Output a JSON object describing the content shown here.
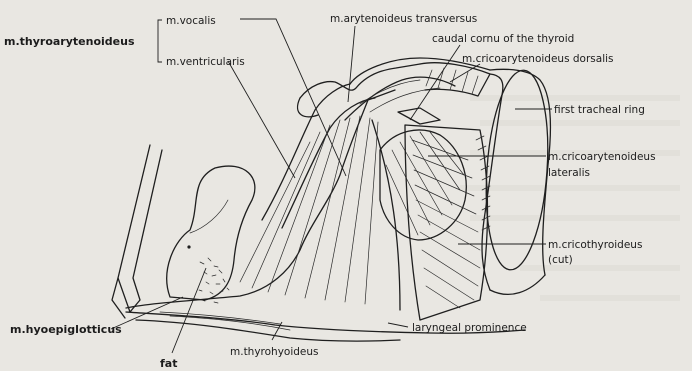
{
  "figure": {
    "labels": {
      "m_vocalis": "m.vocalis",
      "m_thyroarytenoideus": "m.thyroarytenoideus",
      "m_ventricularis": "m.ventricularis",
      "m_arytenoideus_transversus": "m.arytenoideus transversus",
      "caudal_cornu_thyroid": "caudal cornu of the thyroid",
      "m_cricoarytenoideus_dorsalis": "m.cricoarytenoideus dorsalis",
      "first_tracheal_ring": "first tracheal ring",
      "m_cricoarytenoideus_lateralis_1": "m.cricoarytenoideus",
      "m_cricoarytenoideus_lateralis_2": "lateralis",
      "m_cricothyroideus": "m.cricothyroideus",
      "cut": "(cut)",
      "m_hyoepiglotticus": "m.hyoepiglotticus",
      "fat": "fat",
      "m_thyrohyoideus": "m.thyrohyoideus",
      "laryngeal_prominence": "laryngeal prominence"
    }
  }
}
